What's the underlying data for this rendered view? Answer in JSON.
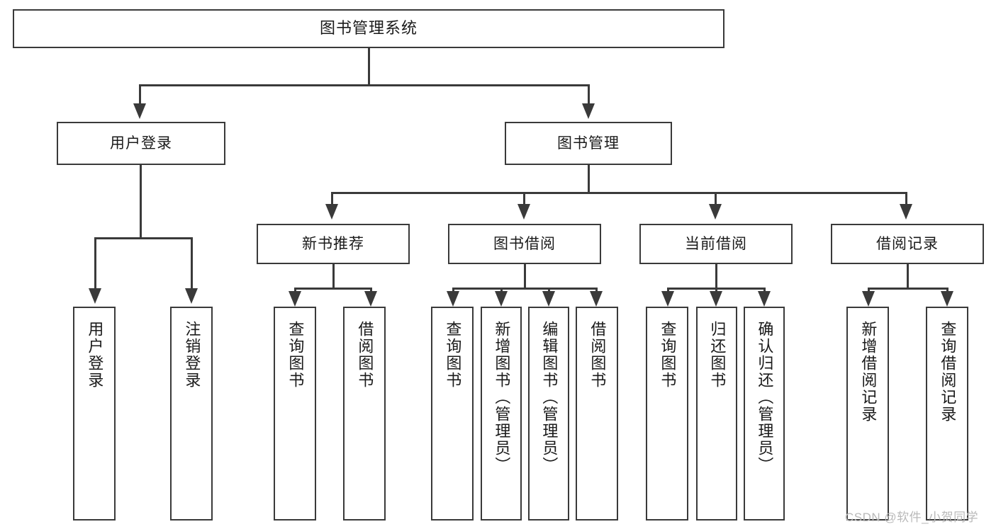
{
  "diagram": {
    "title": "图书管理系统",
    "type": "hierarchy-tree",
    "watermark": "CSDN @软件_小贺同学",
    "colors": {
      "box_border": "#3a3a3a",
      "box_fill": "#ffffff",
      "connector": "#3a3a3a",
      "text": "#1a1a1a",
      "watermark": "#b9b9b9",
      "background": "#ffffff"
    },
    "root": {
      "label": "图书管理系统"
    },
    "level1": [
      {
        "label": "用户登录"
      },
      {
        "label": "图书管理"
      }
    ],
    "level2": [
      {
        "label": "新书推荐"
      },
      {
        "label": "图书借阅"
      },
      {
        "label": "当前借阅"
      },
      {
        "label": "借阅记录"
      }
    ],
    "leaves": {
      "user_login": [
        {
          "label": "用户登录"
        },
        {
          "label": "注销登录"
        }
      ],
      "new_book": [
        {
          "label": "查询图书"
        },
        {
          "label": "借阅图书"
        }
      ],
      "book_borrow": [
        {
          "label": "查询图书"
        },
        {
          "label": "新增图书（管理员）"
        },
        {
          "label": "编辑图书（管理员）"
        },
        {
          "label": "借阅图书"
        }
      ],
      "current_borrow": [
        {
          "label": "查询图书"
        },
        {
          "label": "归还图书"
        },
        {
          "label": "确认归还（管理员）"
        }
      ],
      "borrow_record": [
        {
          "label": "新增借阅记录"
        },
        {
          "label": "查询借阅记录"
        }
      ]
    }
  }
}
